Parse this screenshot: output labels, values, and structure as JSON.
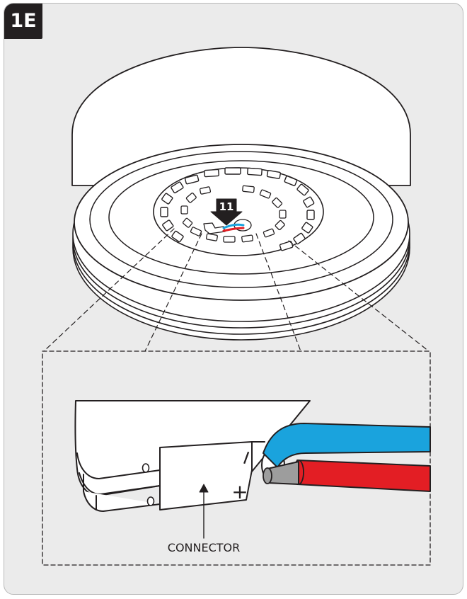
{
  "figure": {
    "step_label": "1E",
    "marker_label": "11",
    "callout_label": "CONNECTOR",
    "polarity_negative": "−",
    "polarity_positive": "+"
  },
  "colors": {
    "panel_background": "#ebebeb",
    "ink": "#231f20",
    "wire_negative": "#1aa3dd",
    "wire_positive": "#e31e24",
    "wire_core": "#9d9d9d"
  }
}
